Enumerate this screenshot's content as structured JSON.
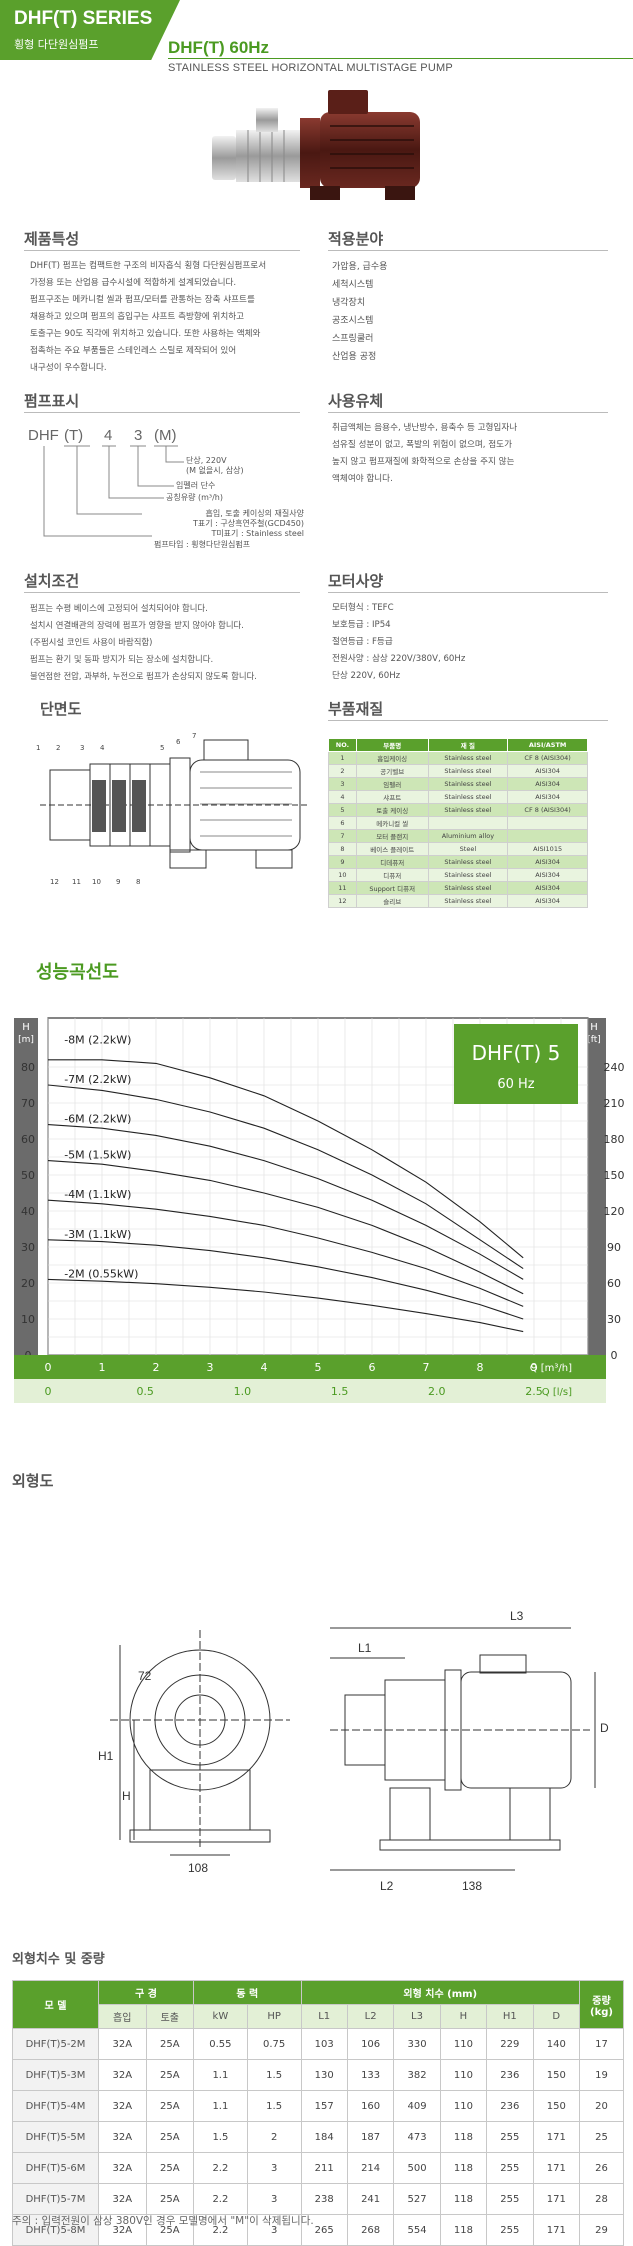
{
  "header": {
    "series": "DHF(T) SERIES",
    "series_sub": "횡형 다단원심펌프",
    "model": "DHF(T) 60Hz",
    "model_sub": "STAINLESS STEEL HORIZONTAL MULTISTAGE PUMP"
  },
  "features": {
    "title": "제품특성",
    "text": "DHF(T) 펌프는 컴팩트한 구조의 비자흡식 횡형 다단원심펌프로서\n가정용 또는 산업용 급수시설에 적합하게 설계되었습니다.\n펌프구조는 메카니컬 씰과 펌프/모터를 관통하는 장축 샤프트를\n채용하고 있으며 펌프의 흡입구는 샤프트 측방향에 위치하고\n토출구는 90도 직각에 위치하고 있습니다. 또한 사용하는 액체와\n접촉하는 주요 부품들은 스테인레스 스틸로 제작되어 있어\n내구성이 우수합니다."
  },
  "applications": {
    "title": "적용분야",
    "items": [
      "가압용, 급수용",
      "세척시스템",
      "냉각장치",
      "공조시스템",
      "스프링쿨러",
      "산업용 공정"
    ]
  },
  "designation": {
    "title": "펌프표시",
    "code": [
      "DHF",
      "(T)",
      "4",
      "3",
      "(M)"
    ],
    "labels": {
      "m": "단상, 220V\n(M 없을시, 삼상)",
      "stage": "임펠러 단수",
      "flow": "공칭유량 (m³/h)",
      "mat": "흡입, 토출 케이싱의 재질사양\nT표기 : 구상흑연주철(GCD450)\n T미표기 : Stainless steel",
      "type": "펌프타입 : 횡형다단원심펌프"
    }
  },
  "liquids": {
    "title": "사용유체",
    "text": "취급액체는 음용수, 냉난방수, 용축수 등 고형입자나\n섬유질 성분이 없고, 폭발의 위험이 없으며, 점도가\n높지 않고 펌프재질에 화학적으로 손상을 주지 않는\n액체여야 합니다."
  },
  "installation": {
    "title": "설치조건",
    "text": "펌프는 수평 베이스에 고정되어 설치되어야 합니다.\n설치시 연결배관의 장력에 펌프가 영향을 받지 않아야 합니다.\n(주펌시설 코인트 사용이 바람직함)\n펌프는 환기 및 동파 방지가 되는 장소에 설치합니다.\n불연점한 전압, 과부하, 누전으로 펌프가 손상되지 않도록 합니다."
  },
  "motor": {
    "title": "모터사양",
    "text": "모터형식 : TEFC\n보호등급 : IP54\n절연등급 : F등급\n전원사양 : 삼상 220V/380V, 60Hz\n           단상 220V, 60Hz"
  },
  "section": {
    "title": "단면도",
    "callouts": [
      "1",
      "2",
      "3",
      "4",
      "5",
      "6",
      "7",
      "12",
      "11",
      "10",
      "9",
      "8"
    ]
  },
  "parts": {
    "title": "부품재질",
    "headers": [
      "NO.",
      "부품명",
      "재 질",
      "AISI/ASTM"
    ],
    "rows": [
      [
        "1",
        "흡입케이싱",
        "Stainless steel",
        "CF 8 (AISI304)"
      ],
      [
        "2",
        "공기벨브",
        "Stainless steel",
        "AISI304"
      ],
      [
        "3",
        "임펠러",
        "Stainless steel",
        "AISI304"
      ],
      [
        "4",
        "샤프트",
        "Stainless steel",
        "AISI304"
      ],
      [
        "5",
        "토출 케이싱",
        "Stainless steel",
        "CF 8 (AISI304)"
      ],
      [
        "6",
        "메카니컬 씰",
        "",
        ""
      ],
      [
        "7",
        "모터 플랜지",
        "Aluminium alloy",
        ""
      ],
      [
        "8",
        "베이스 플레이트",
        "Steel",
        "AISI1015"
      ],
      [
        "9",
        "디데퓨저",
        "Stainless steel",
        "AISI304"
      ],
      [
        "10",
        "디퓨저",
        "Stainless steel",
        "AISI304"
      ],
      [
        "11",
        "Support 디퓨저",
        "Stainless steel",
        "AISI304"
      ],
      [
        "12",
        "슬리브",
        "Stainless steel",
        "AISI304"
      ]
    ]
  },
  "performance": {
    "title": "성능곡선도"
  },
  "chart_data": {
    "type": "line",
    "title": "DHF(T) 5",
    "subtitle": "60 Hz",
    "y_left_unit": "H\n[m]",
    "y_right_unit": "H\n[ft]",
    "ylim": [
      0,
      80
    ],
    "y_ticks": [
      0,
      10,
      20,
      30,
      40,
      50,
      60,
      70,
      80
    ],
    "y_right_ticks": [
      0,
      30,
      60,
      90,
      120,
      150,
      180,
      210,
      240
    ],
    "xlim": [
      0,
      10
    ],
    "x_ticks": [
      0,
      1,
      2,
      3,
      4,
      5,
      6,
      7,
      8,
      9
    ],
    "x_label": "Q [m³/h]",
    "x2_ticks": [
      "0",
      "0.5",
      "1.0",
      "1.5",
      "2.0",
      "2.5"
    ],
    "x2_values": [
      0,
      0.5,
      1.0,
      1.5,
      2.0,
      2.5
    ],
    "x2_label": "Q [l/s]",
    "series": [
      {
        "name": "-8M (2.2kW)",
        "x": [
          0,
          1,
          2,
          3,
          4,
          5,
          6,
          7,
          8,
          8.8
        ],
        "y": [
          86,
          84,
          81,
          77,
          72,
          65,
          57,
          48,
          37,
          27
        ]
      },
      {
        "name": "-7M (2.2kW)",
        "x": [
          0,
          1,
          2,
          3,
          4,
          5,
          6,
          7,
          8,
          8.8
        ],
        "y": [
          75,
          73.5,
          71,
          67.5,
          63,
          57,
          50,
          42,
          32,
          24
        ]
      },
      {
        "name": "-6M (2.2kW)",
        "x": [
          0,
          1,
          2,
          3,
          4,
          5,
          6,
          7,
          8,
          8.8
        ],
        "y": [
          64,
          63,
          61,
          58,
          54,
          49,
          43,
          36,
          28,
          21
        ]
      },
      {
        "name": "-5M (1.5kW)",
        "x": [
          0,
          1,
          2,
          3,
          4,
          5,
          6,
          7,
          8,
          8.8
        ],
        "y": [
          54,
          53,
          51,
          48.5,
          45,
          41,
          36,
          30,
          23,
          17
        ]
      },
      {
        "name": "-4M (1.1kW)",
        "x": [
          0,
          1,
          2,
          3,
          4,
          5,
          6,
          7,
          8,
          8.8
        ],
        "y": [
          43,
          42,
          40.5,
          38.5,
          36,
          32.5,
          28.5,
          24,
          18.5,
          13.5
        ]
      },
      {
        "name": "-3M (1.1kW)",
        "x": [
          0,
          1,
          2,
          3,
          4,
          5,
          6,
          7,
          8,
          8.8
        ],
        "y": [
          32,
          31.5,
          30.5,
          29,
          27,
          24.5,
          21.5,
          18,
          14,
          10
        ]
      },
      {
        "name": "-2M (0.55kW)",
        "x": [
          0,
          1,
          2,
          3,
          4,
          5,
          6,
          7,
          8,
          8.8
        ],
        "y": [
          21,
          20.5,
          19.8,
          18.8,
          17.5,
          15.8,
          13.8,
          11.5,
          9,
          6.5
        ]
      }
    ]
  },
  "outline": {
    "title": "외형도",
    "dims": [
      "L3",
      "L1",
      "D",
      "72",
      "H1",
      "H",
      "108",
      "L2",
      "138"
    ]
  },
  "dimensions": {
    "title": "외형치수 및 중량",
    "h_model": "모 델",
    "h_caliber": "구 경",
    "h_power": "동 력",
    "h_outline": "외형 치수 (mm)",
    "h_weight": "중량 (kg)",
    "sub": [
      "흡입",
      "토출",
      "kW",
      "HP",
      "L1",
      "L2",
      "L3",
      "H",
      "H1",
      "D"
    ],
    "rows": [
      [
        "DHF(T)5-2M",
        "32A",
        "25A",
        "0.55",
        "0.75",
        "103",
        "106",
        "330",
        "110",
        "229",
        "140",
        "17"
      ],
      [
        "DHF(T)5-3M",
        "32A",
        "25A",
        "1.1",
        "1.5",
        "130",
        "133",
        "382",
        "110",
        "236",
        "150",
        "19"
      ],
      [
        "DHF(T)5-4M",
        "32A",
        "25A",
        "1.1",
        "1.5",
        "157",
        "160",
        "409",
        "110",
        "236",
        "150",
        "20"
      ],
      [
        "DHF(T)5-5M",
        "32A",
        "25A",
        "1.5",
        "2",
        "184",
        "187",
        "473",
        "118",
        "255",
        "171",
        "25"
      ],
      [
        "DHF(T)5-6M",
        "32A",
        "25A",
        "2.2",
        "3",
        "211",
        "214",
        "500",
        "118",
        "255",
        "171",
        "26"
      ],
      [
        "DHF(T)5-7M",
        "32A",
        "25A",
        "2.2",
        "3",
        "238",
        "241",
        "527",
        "118",
        "255",
        "171",
        "28"
      ],
      [
        "DHF(T)5-8M",
        "32A",
        "25A",
        "2.2",
        "3",
        "265",
        "268",
        "554",
        "118",
        "255",
        "171",
        "29"
      ]
    ],
    "note": "주의 : 입력전원이 삼상 380V인 경우 모델명에서 \"M\"이 삭제됩니다."
  },
  "colors": {
    "brand_green": "#5aa02c",
    "light_green": "#e3f0d6"
  }
}
